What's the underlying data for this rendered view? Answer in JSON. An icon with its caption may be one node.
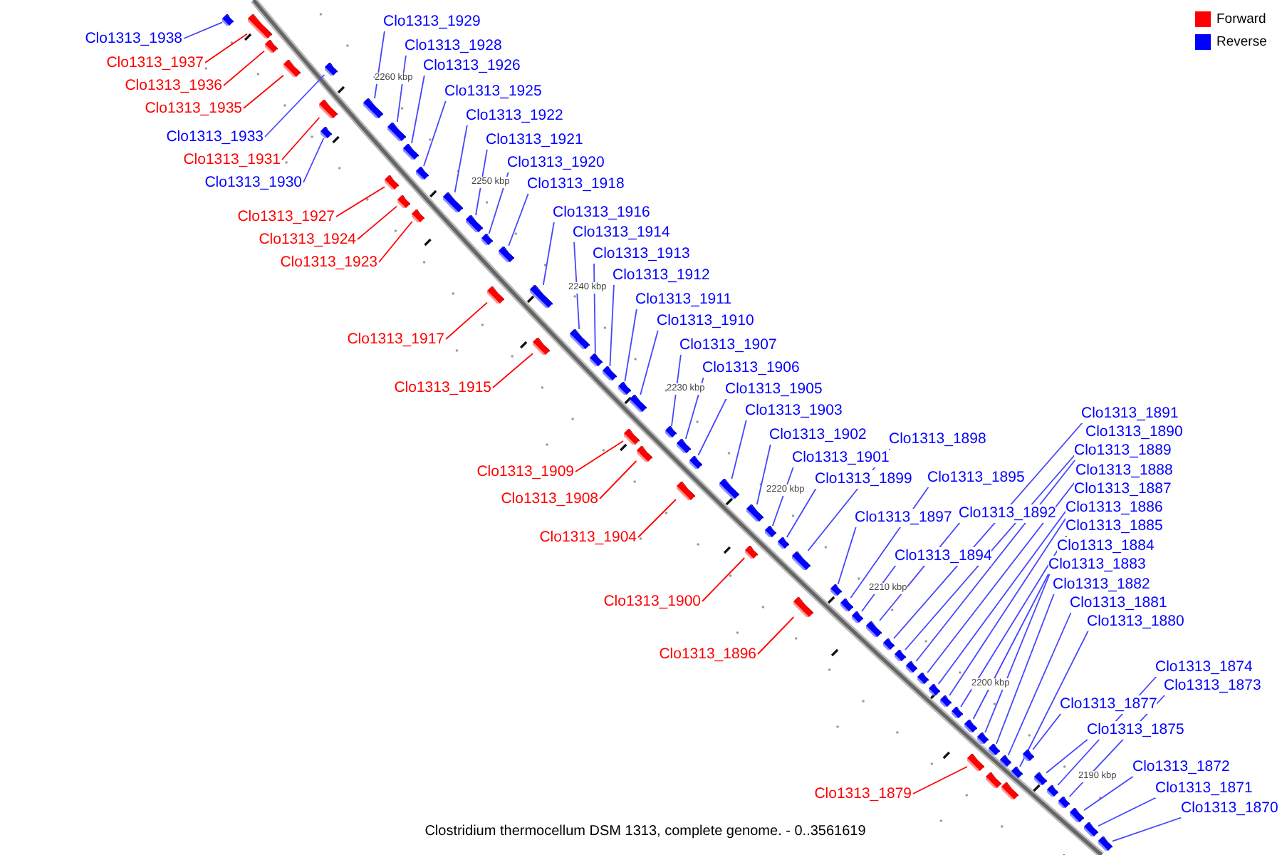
{
  "diagram": {
    "caption": "Clostridium thermocellum DSM 1313, complete genome. - 0..3561619",
    "nodes": [
      {
        "text": [
          "Clo1313_1929"
        ]
      },
      {
        "text": [],
        "shape": "bar"
      },
      {
        "text": [
          "Clo1313_1938"
        ]
      },
      {
        "text": [],
        "shape": "bar"
      },
      {
        "text": [
          "Clo1313_1928"
        ]
      },
      {
        "text": [],
        "shape": "bar"
      },
      {
        "text": [
          "Clo1313_1937"
        ]
      },
      {
        "text": [],
        "shape": "bar"
      },
      {
        "text": [
          "Clo1313_1926"
        ]
      },
      {
        "text": [],
        "shape": "bar"
      },
      {
        "text": [
          "Clo1313_1936"
        ]
      },
      {
        "text": [],
        "shape": "bar"
      },
      {
        "text": [
          "Clo1313_1925"
        ]
      },
      {
        "text": [],
        "shape": "bar"
      },
      {
        "text": [
          "Clo1313_1935"
        ]
      },
      {
        "text": [],
        "shape": "bar"
      },
      {
        "text": [
          "Clo1313_1922"
        ]
      },
      {
        "text": [],
        "shape": "bar"
      },
      {
        "text": [
          "Clo1313_1933"
        ]
      },
      {
        "text": [],
        "shape": "bar"
      },
      {
        "text": [
          "Clo1313_1921"
        ]
      },
      {
        "text": [],
        "shape": "bar"
      },
      {
        "text": [
          "Clo1313_1931"
        ]
      },
      {
        "text": [],
        "shape": "bar"
      },
      {
        "text": [
          "Clo1313_1920"
        ]
      },
      {
        "text": [],
        "shape": "bar"
      },
      {
        "text": [
          "Clo1313_1930"
        ]
      },
      {
        "text": [],
        "shape": "bar"
      },
      {
        "text": [
          "Clo1313_1918"
        ]
      },
      {
        "text": [],
        "shape": "bar"
      },
      {
        "text": [
          "Clo1313_1916"
        ]
      },
      {
        "text": [],
        "shape": "bar"
      },
      {
        "text": [
          "Clo1313_1927"
        ]
      },
      {
        "text": [],
        "shape": "bar"
      },
      {
        "text": [
          "Clo1313_1914"
        ]
      },
      {
        "text": [],
        "shape": "bar"
      },
      {
        "text": [
          "Clo1313_1924"
        ]
      },
      {
        "text": [],
        "shape": "bar"
      },
      {
        "text": [
          "Clo1313_1913"
        ]
      },
      {
        "text": [],
        "shape": "bar"
      },
      {
        "text": [
          "Clo1313_1923"
        ]
      },
      {
        "text": [],
        "shape": "bar"
      },
      {
        "text": [
          "Clo1313_1912"
        ]
      },
      {
        "text": [],
        "shape": "bar"
      },
      {
        "text": [
          "Clo1313_1911"
        ]
      },
      {
        "text": [],
        "shape": "bar"
      },
      {
        "text": [
          "Clo1313_1910"
        ]
      },
      {
        "text": [],
        "shape": "bar"
      },
      {
        "text": [
          "Clo1313_1917"
        ]
      },
      {
        "text": [],
        "shape": "bar"
      },
      {
        "text": [
          "Clo1313_1907"
        ]
      },
      {
        "text": [],
        "shape": "bar"
      },
      {
        "text": [
          "Clo1313_1906"
        ]
      },
      {
        "text": [],
        "shape": "bar"
      },
      {
        "text": [
          "Clo1313_1915"
        ]
      },
      {
        "text": [],
        "shape": "bar"
      },
      {
        "text": [
          "Clo1313_1905"
        ]
      },
      {
        "text": [],
        "shape": "bar"
      },
      {
        "text": [
          "Clo1313_1903"
        ]
      },
      {
        "text": [],
        "shape": "bar"
      },
      {
        "text": [
          "Clo1313_1891"
        ]
      },
      {
        "text": [],
        "shape": "bar"
      },
      {
        "text": [
          "Clo1313_1890"
        ]
      },
      {
        "text": [],
        "shape": "bar"
      },
      {
        "text": [
          "Clo1313_1902"
        ]
      },
      {
        "text": [],
        "shape": "bar"
      },
      {
        "text": [
          "Clo1313_1898"
        ]
      },
      {
        "text": [],
        "shape": "bar"
      },
      {
        "text": [
          "Clo1313_1889"
        ]
      },
      {
        "text": [],
        "shape": "bar"
      },
      {
        "text": [
          "Clo1313_1901"
        ]
      },
      {
        "text": [],
        "shape": "bar"
      },
      {
        "text": [
          "Clo1313_1888"
        ]
      },
      {
        "text": [],
        "shape": "bar"
      },
      {
        "text": [
          "Clo1313_1909"
        ]
      },
      {
        "text": [],
        "shape": "bar"
      },
      {
        "text": [
          "Clo1313_1899"
        ]
      },
      {
        "text": [],
        "shape": "bar"
      },
      {
        "text": [
          "Clo1313_1895"
        ]
      },
      {
        "text": [],
        "shape": "bar"
      },
      {
        "text": [
          "Clo1313_1887"
        ]
      },
      {
        "text": [],
        "shape": "bar"
      },
      {
        "text": [
          "Clo1313_1908"
        ]
      },
      {
        "text": [],
        "shape": "bar"
      },
      {
        "text": [
          "Clo1313_1886"
        ]
      },
      {
        "text": [],
        "shape": "bar"
      },
      {
        "text": [
          "Clo1313_1892"
        ]
      },
      {
        "text": [],
        "shape": "bar"
      },
      {
        "text": [
          "Clo1313_1897"
        ]
      },
      {
        "text": [],
        "shape": "bar"
      },
      {
        "text": [
          "Clo1313_1885"
        ]
      },
      {
        "text": [],
        "shape": "bar"
      },
      {
        "text": [
          "Clo1313_1904"
        ]
      },
      {
        "text": [],
        "shape": "bar"
      },
      {
        "text": [
          "Clo1313_1884"
        ]
      },
      {
        "text": [],
        "shape": "bar"
      },
      {
        "text": [
          "Clo1313_1894"
        ]
      },
      {
        "text": [],
        "shape": "bar"
      },
      {
        "text": [
          "Clo1313_1883"
        ]
      },
      {
        "text": [],
        "shape": "bar"
      },
      {
        "text": [
          "Clo1313_1882"
        ]
      },
      {
        "text": [],
        "shape": "bar"
      },
      {
        "text": [
          "Clo1313_1900"
        ]
      },
      {
        "text": [],
        "shape": "bar"
      },
      {
        "text": [
          "Clo1313_1881"
        ]
      },
      {
        "text": [],
        "shape": "bar"
      },
      {
        "text": [
          "Clo1313_1880"
        ]
      },
      {
        "text": [],
        "shape": "bar"
      },
      {
        "text": [
          "Clo1313_1896"
        ]
      },
      {
        "text": [],
        "shape": "bar"
      },
      {
        "text": [
          "Clo1313_1874"
        ]
      },
      {
        "text": [],
        "shape": "bar"
      },
      {
        "text": [
          "Clo1313_1873"
        ]
      },
      {
        "text": [],
        "shape": "bar"
      },
      {
        "text": [
          "Clo1313_1877"
        ]
      },
      {
        "text": [],
        "shape": "bar"
      },
      {
        "text": [
          "Clo1313_1875"
        ]
      },
      {
        "text": [],
        "shape": "bar"
      },
      {
        "text": [
          "Clo1313_1872"
        ]
      },
      {
        "text": [],
        "shape": "bar"
      },
      {
        "text": [
          "Clo1313_1871"
        ]
      },
      {
        "text": [],
        "shape": "bar"
      },
      {
        "text": [
          "Clo1313_1879"
        ]
      },
      {
        "text": [],
        "shape": "bar"
      },
      {
        "text": [
          "Clo1313_1870"
        ]
      },
      {
        "text": [],
        "shape": "bar"
      },
      {
        "text": [],
        "shape": "bar"
      },
      {
        "text": [],
        "shape": "bar"
      }
    ],
    "edges": [
      {
        "from": 0,
        "to": 1,
        "arrow": "none"
      },
      {
        "from": 2,
        "to": 3,
        "arrow": "none"
      },
      {
        "from": 4,
        "to": 5,
        "arrow": "none"
      },
      {
        "from": 6,
        "to": 7,
        "arrow": "none",
        "color": "#ff0000"
      },
      {
        "from": 8,
        "to": 9,
        "arrow": "none"
      },
      {
        "from": 10,
        "to": 11,
        "arrow": "none",
        "color": "#ff0000"
      },
      {
        "from": 12,
        "to": 13,
        "arrow": "none"
      },
      {
        "from": 14,
        "to": 15,
        "arrow": "none",
        "color": "#ff0000"
      },
      {
        "from": 16,
        "to": 17,
        "arrow": "none"
      },
      {
        "from": 18,
        "to": 19,
        "arrow": "none"
      },
      {
        "from": 20,
        "to": 21,
        "arrow": "none"
      },
      {
        "from": 22,
        "to": 23,
        "arrow": "none",
        "color": "#ff0000"
      },
      {
        "from": 24,
        "to": 25,
        "arrow": "none"
      },
      {
        "from": 26,
        "to": 27,
        "arrow": "none"
      },
      {
        "from": 28,
        "to": 29,
        "arrow": "none"
      },
      {
        "from": 30,
        "to": 31,
        "arrow": "none"
      },
      {
        "from": 32,
        "to": 33,
        "arrow": "none",
        "color": "#ff0000"
      },
      {
        "from": 34,
        "to": 35,
        "arrow": "none"
      },
      {
        "from": 36,
        "to": 37,
        "arrow": "none",
        "color": "#ff0000"
      },
      {
        "from": 38,
        "to": 39,
        "arrow": "none"
      },
      {
        "from": 40,
        "to": 41,
        "arrow": "none",
        "color": "#ff0000"
      },
      {
        "from": 42,
        "to": 43,
        "arrow": "none"
      },
      {
        "from": 44,
        "to": 45,
        "arrow": "none"
      },
      {
        "from": 46,
        "to": 47,
        "arrow": "none"
      },
      {
        "from": 48,
        "to": 49,
        "arrow": "none",
        "color": "#ff0000"
      },
      {
        "from": 50,
        "to": 51,
        "arrow": "none"
      },
      {
        "from": 52,
        "to": 53,
        "arrow": "none"
      },
      {
        "from": 54,
        "to": 55,
        "arrow": "none",
        "color": "#ff0000"
      },
      {
        "from": 56,
        "to": 57,
        "arrow": "none"
      },
      {
        "from": 58,
        "to": 59,
        "arrow": "none"
      },
      {
        "from": 60,
        "to": 61,
        "arrow": "none"
      },
      {
        "from": 62,
        "to": 63,
        "arrow": "none"
      },
      {
        "from": 64,
        "to": 65,
        "arrow": "none"
      },
      {
        "from": 66,
        "to": 67,
        "arrow": "none"
      },
      {
        "from": 68,
        "to": 69,
        "arrow": "none"
      },
      {
        "from": 70,
        "to": 71,
        "arrow": "none"
      },
      {
        "from": 72,
        "to": 73,
        "arrow": "none"
      },
      {
        "from": 74,
        "to": 75,
        "arrow": "none",
        "color": "#ff0000"
      },
      {
        "from": 76,
        "to": 77,
        "arrow": "none"
      },
      {
        "from": 78,
        "to": 79,
        "arrow": "none"
      },
      {
        "from": 80,
        "to": 81,
        "arrow": "none"
      },
      {
        "from": 82,
        "to": 83,
        "arrow": "none",
        "color": "#ff0000"
      },
      {
        "from": 84,
        "to": 85,
        "arrow": "none"
      },
      {
        "from": 86,
        "to": 87,
        "arrow": "none"
      },
      {
        "from": 88,
        "to": 89,
        "arrow": "none"
      },
      {
        "from": 90,
        "to": 91,
        "arrow": "none"
      },
      {
        "from": 92,
        "to": 93,
        "arrow": "none",
        "color": "#ff0000"
      },
      {
        "from": 94,
        "to": 95,
        "arrow": "none"
      },
      {
        "from": 96,
        "to": 97,
        "arrow": "none"
      },
      {
        "from": 98,
        "to": 99,
        "arrow": "none"
      },
      {
        "from": 100,
        "to": 101,
        "arrow": "none"
      },
      {
        "from": 102,
        "to": 103,
        "arrow": "none",
        "color": "#ff0000"
      },
      {
        "from": 104,
        "to": 105,
        "arrow": "none"
      },
      {
        "from": 106,
        "to": 107,
        "arrow": "none"
      },
      {
        "from": 108,
        "to": 109,
        "arrow": "none",
        "color": "#ff0000"
      },
      {
        "from": 110,
        "to": 111,
        "arrow": "none"
      },
      {
        "from": 112,
        "to": 113,
        "arrow": "none"
      },
      {
        "from": 114,
        "to": 115,
        "arrow": "none"
      },
      {
        "from": 116,
        "to": 117,
        "arrow": "none"
      },
      {
        "from": 118,
        "to": 119,
        "arrow": "none"
      },
      {
        "from": 120,
        "to": 121,
        "arrow": "none"
      },
      {
        "from": 122,
        "to": 123,
        "arrow": "none",
        "color": "#ff0000"
      },
      {
        "from": 124,
        "to": 125,
        "arrow": "none"
      }
    ],
    "labels": [
      "2260 kbp",
      "2250 kbp",
      "2240 kbp",
      "2230 kbp",
      "2220 kbp",
      "2210 kbp",
      "2200 kbp",
      "2190 kbp"
    ],
    "legend": [
      {
        "text": "Forward",
        "color": "#ff0000"
      },
      {
        "text": "Reverse",
        "color": "#0000ff"
      }
    ]
  }
}
